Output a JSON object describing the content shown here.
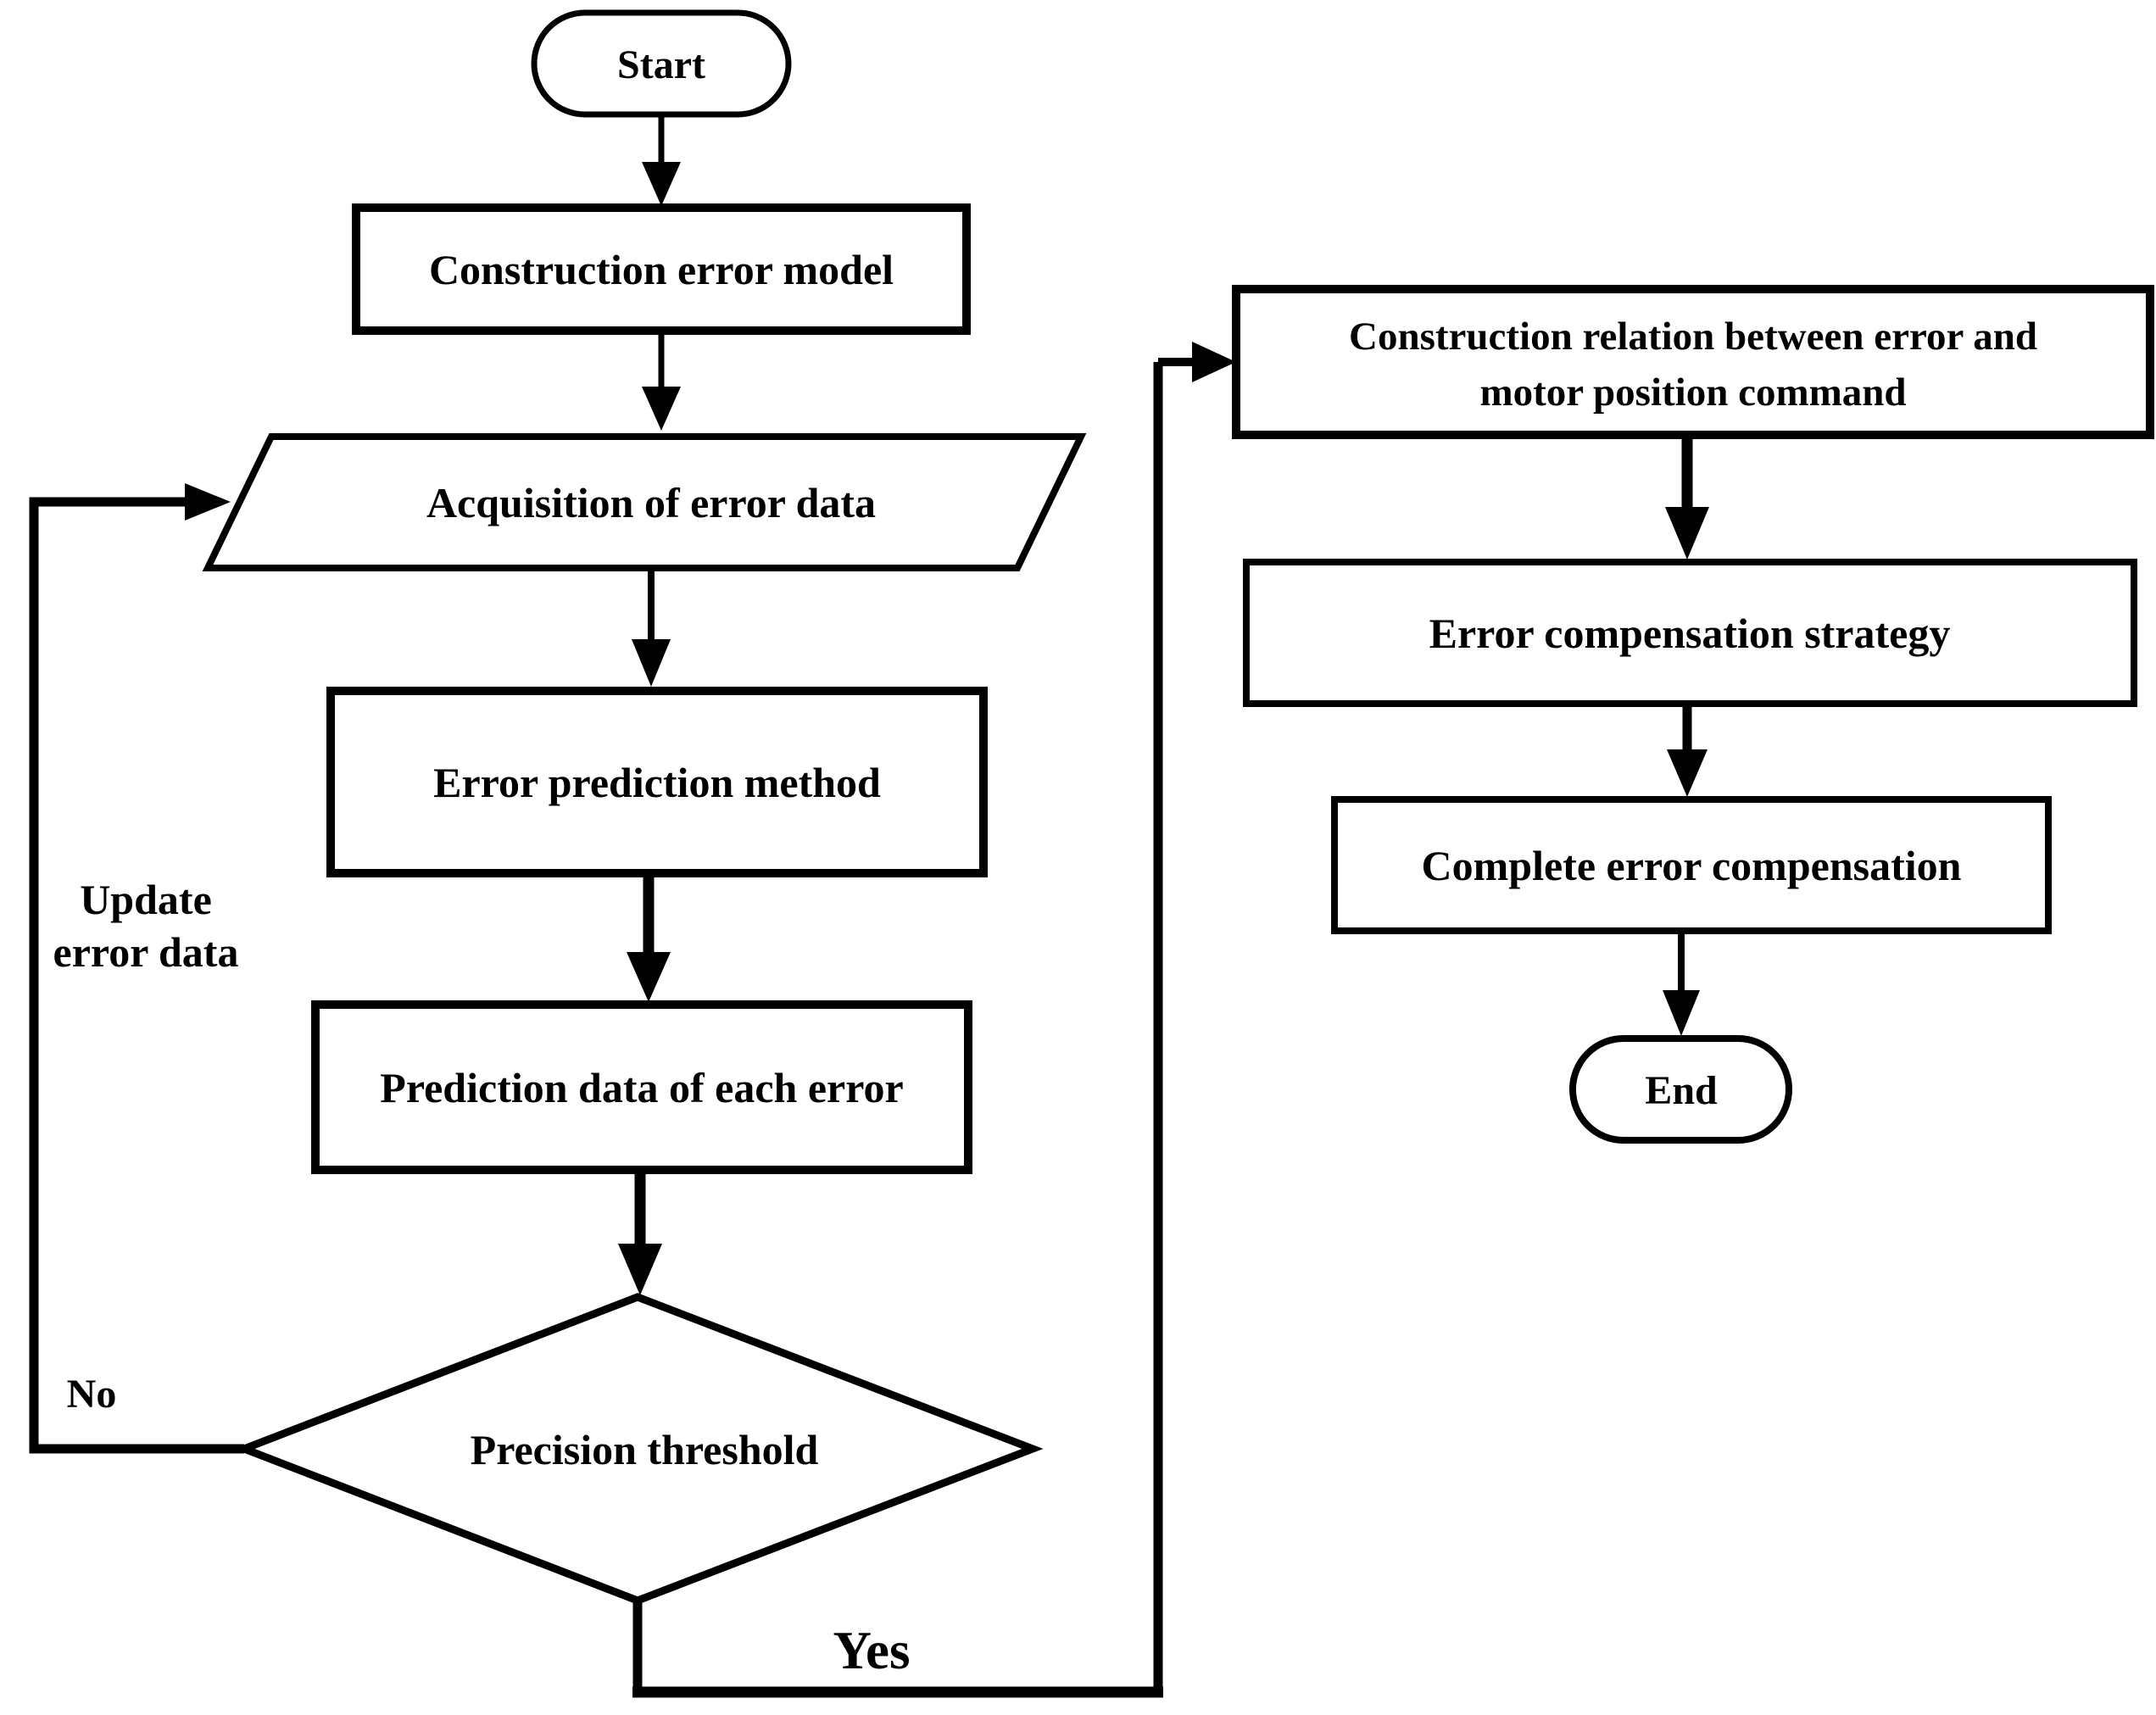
{
  "diagram": {
    "type": "flowchart",
    "background_color": "#ffffff",
    "stroke_color": "#000000",
    "text_color": "#000000",
    "nodes": {
      "start": {
        "shape": "stadium",
        "label": "Start"
      },
      "construction_error_model": {
        "shape": "process-rect",
        "label": "Construction error model"
      },
      "acquisition_of_error_data": {
        "shape": "parallelogram",
        "label": "Acquisition of error data"
      },
      "error_prediction_method": {
        "shape": "process-rect",
        "label": "Error prediction method"
      },
      "prediction_data_of_each_error": {
        "shape": "process-rect",
        "label": "Prediction data of each error"
      },
      "precision_threshold": {
        "shape": "decision-diamond",
        "label": "Precision threshold"
      },
      "construction_relation": {
        "shape": "process-rect",
        "label_line1": "Construction relation between error and",
        "label_line2": "motor position command"
      },
      "error_compensation_strategy": {
        "shape": "process-rect",
        "label": "Error compensation strategy"
      },
      "complete_error_compensation": {
        "shape": "process-rect",
        "label": "Complete error compensation"
      },
      "end": {
        "shape": "stadium",
        "label": "End"
      }
    },
    "edge_labels": {
      "no": "No",
      "yes": "Yes",
      "update_line1": "Update",
      "update_line2": "error data"
    },
    "flow": [
      "Start -> Construction error model",
      "Construction error model -> Acquisition of error data",
      "Acquisition of error data -> Error prediction method",
      "Error prediction method -> Prediction data of each error",
      "Prediction data of each error -> Precision threshold",
      "Precision threshold -No (Update error data)-> Acquisition of error data",
      "Precision threshold -Yes-> Construction relation between error and motor position command",
      "Construction relation between error and motor position command -> Error compensation strategy",
      "Error compensation strategy -> Complete error compensation",
      "Complete error compensation -> End"
    ]
  }
}
